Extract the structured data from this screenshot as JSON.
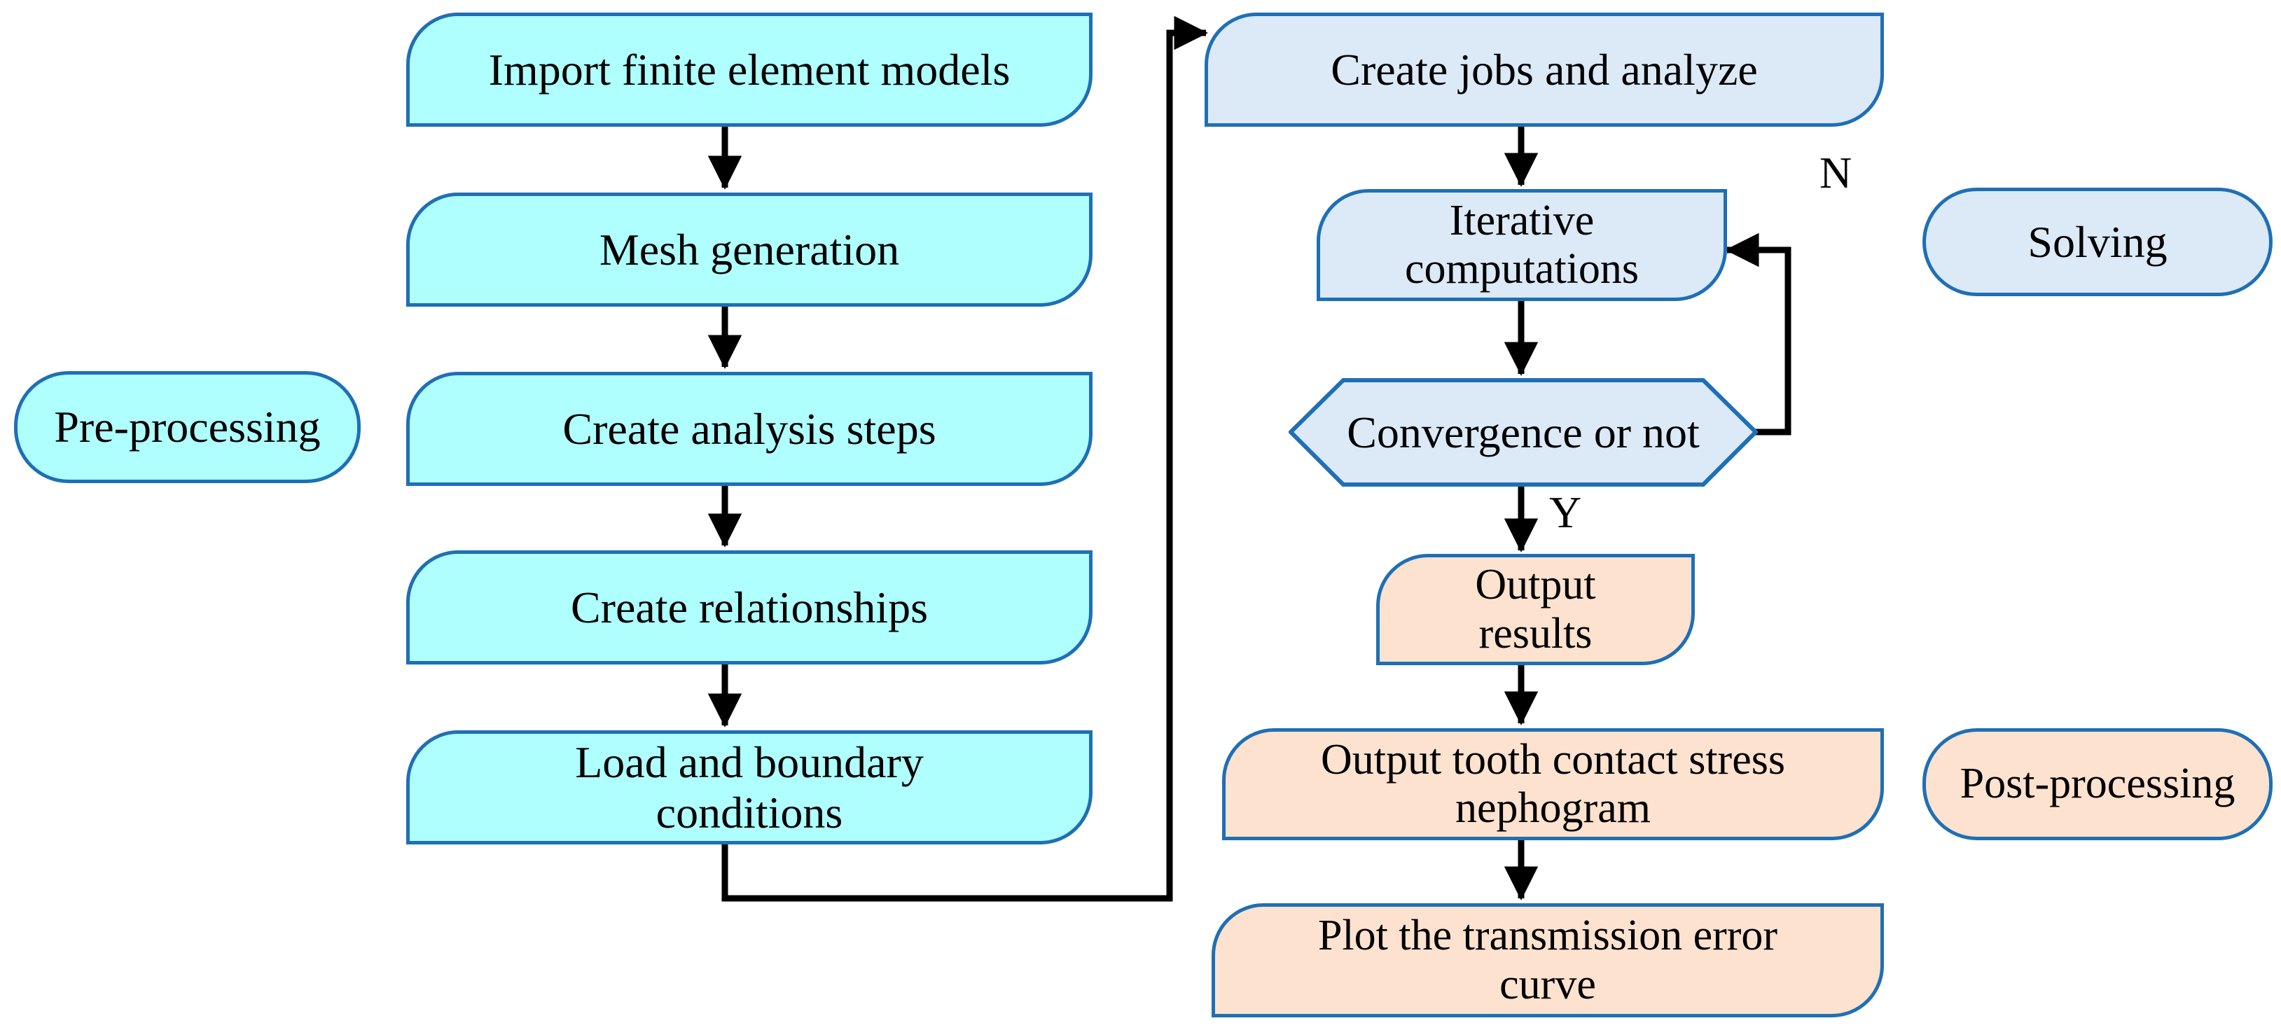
{
  "diagram": {
    "title": "Finite element analysis workflow flowchart",
    "colors": {
      "border": "#1F6FB5",
      "pre_processing_fill": "#AFFFFF",
      "solving_fill": "#DCE9F7",
      "post_processing_fill": "#FCE2CF",
      "arrow": "#000000",
      "background": "#FFFFFF"
    }
  },
  "stage_labels": {
    "pre": "Pre-processing",
    "solving": "Solving",
    "post": "Post-processing"
  },
  "pre_processing": {
    "nodes": [
      {
        "id": "import-models",
        "label": "Import finite element models"
      },
      {
        "id": "mesh-generation",
        "label": "Mesh generation"
      },
      {
        "id": "analysis-steps",
        "label": "Create analysis steps"
      },
      {
        "id": "relationships",
        "label": "Create relationships"
      },
      {
        "id": "load-boundary",
        "label": "Load and boundary\nconditions"
      }
    ]
  },
  "solving": {
    "nodes": [
      {
        "id": "create-jobs",
        "label": "Create jobs and analyze"
      },
      {
        "id": "iterative",
        "label": "Iterative\ncomputations"
      },
      {
        "id": "convergence",
        "label": "Convergence or not",
        "shape": "hexagon"
      }
    ]
  },
  "post_processing": {
    "nodes": [
      {
        "id": "output-results",
        "label": "Output\nresults"
      },
      {
        "id": "stress-nephogram",
        "label": "Output tooth contact stress\nnephogram"
      },
      {
        "id": "error-curve",
        "label": "Plot the transmission error\ncurve"
      }
    ]
  },
  "edge_labels": {
    "no": "N",
    "yes": "Y"
  },
  "edges": [
    {
      "from": "import-models",
      "to": "mesh-generation",
      "label": ""
    },
    {
      "from": "mesh-generation",
      "to": "analysis-steps",
      "label": ""
    },
    {
      "from": "analysis-steps",
      "to": "relationships",
      "label": ""
    },
    {
      "from": "relationships",
      "to": "load-boundary",
      "label": ""
    },
    {
      "from": "load-boundary",
      "to": "create-jobs",
      "label": ""
    },
    {
      "from": "create-jobs",
      "to": "iterative",
      "label": ""
    },
    {
      "from": "iterative",
      "to": "convergence",
      "label": ""
    },
    {
      "from": "convergence",
      "to": "iterative",
      "label": "N"
    },
    {
      "from": "convergence",
      "to": "output-results",
      "label": "Y"
    },
    {
      "from": "output-results",
      "to": "stress-nephogram",
      "label": ""
    },
    {
      "from": "stress-nephogram",
      "to": "error-curve",
      "label": ""
    }
  ]
}
